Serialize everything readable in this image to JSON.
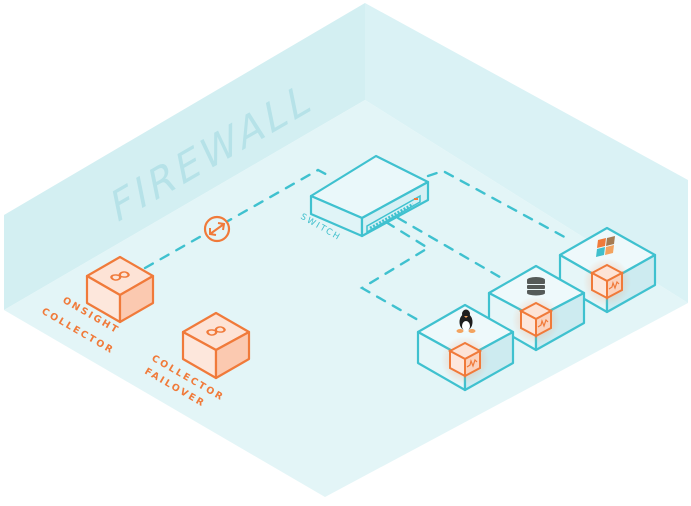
{
  "diagram": {
    "title": "Network topology inside firewall",
    "zone_label": "FIREWALL",
    "colors": {
      "wall": "#d3eff2",
      "floor": "#e3f5f7",
      "teal_stroke": "#3fc1cf",
      "orange": "#f07a3a",
      "orange_fill": "#fde3d6",
      "orange_side": "#fbc9b0"
    },
    "nodes": {
      "switch": {
        "label": "SWITCH",
        "icon": "network-switch-icon"
      },
      "onsight_collector": {
        "label_line1": "ONSIGHT",
        "label_line2": "COLLECTOR",
        "icon": "collector-infinity-icon"
      },
      "collector_failover": {
        "label_line1": "COLLECTOR",
        "label_line2": "FAILOVER",
        "icon": "collector-infinity-icon"
      },
      "servers": [
        {
          "os": "Linux",
          "icon": "linux-penguin-icon",
          "agent_icon": "pulse-icon"
        },
        {
          "os": "Database",
          "icon": "database-icon",
          "agent_icon": "pulse-icon"
        },
        {
          "os": "Windows",
          "icon": "windows-logo-icon",
          "agent_icon": "pulse-icon"
        }
      ]
    },
    "connections": [
      {
        "from": "onsight_collector",
        "to": "switch",
        "marker": "bidirectional-arrow-icon"
      },
      {
        "from": "switch",
        "to": "servers.0"
      },
      {
        "from": "switch",
        "to": "servers.1"
      },
      {
        "from": "switch",
        "to": "servers.2"
      }
    ]
  }
}
